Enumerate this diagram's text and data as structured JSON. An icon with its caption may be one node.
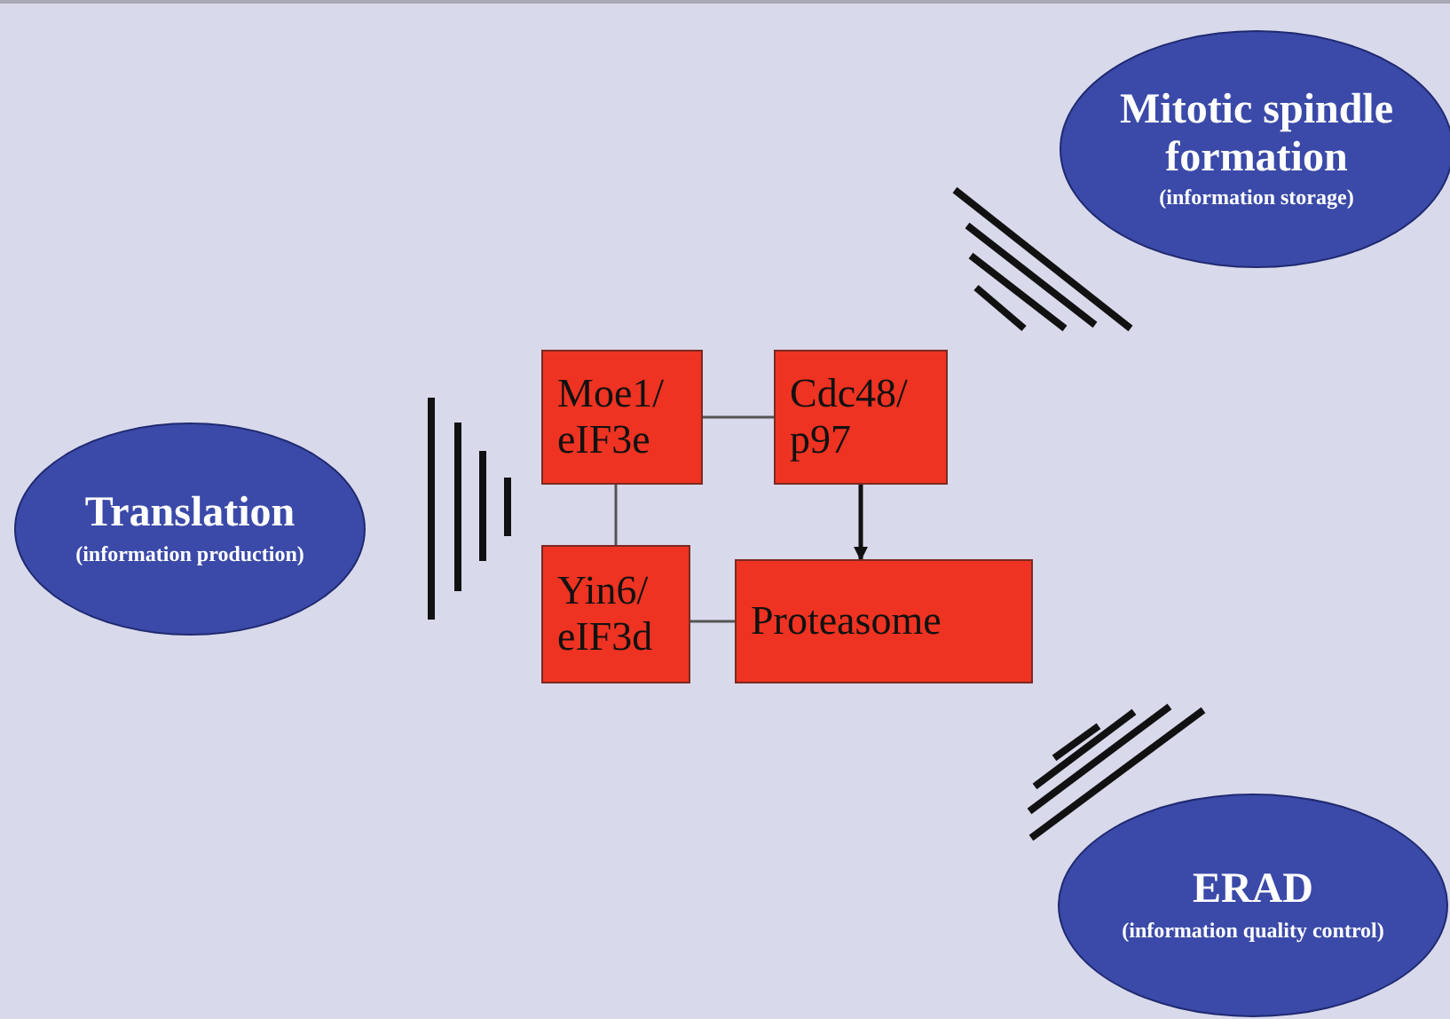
{
  "diagram": {
    "nodes": [
      {
        "text": [
          "Mitotic spindle formation",
          "(information storage)"
        ]
      },
      {
        "text": [
          "Moe1/ eIF3e"
        ]
      },
      {
        "text": [
          "Cdc48/ p97"
        ]
      },
      {
        "text": [
          "Translation",
          "(information production)"
        ]
      },
      {
        "text": [
          "Yin6/ eIF3d"
        ]
      },
      {
        "text": [
          "Proteasome"
        ]
      },
      {
        "text": [
          "ERAD",
          "(information quality control)"
        ]
      }
    ],
    "edges": [
      {
        "from": 1,
        "to": 2,
        "arrow": "none"
      },
      {
        "from": 1,
        "to": 4,
        "arrow": "none"
      },
      {
        "from": 4,
        "to": 5,
        "arrow": "none"
      },
      {
        "from": 2,
        "to": 5,
        "arrow": "to"
      }
    ]
  }
}
